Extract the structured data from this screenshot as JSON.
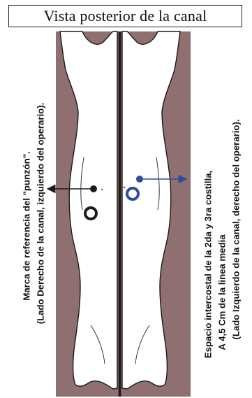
{
  "title": "Vista posterior de la canal",
  "left_annotation": {
    "line1": "Marca de referencia del \"punzón\".",
    "line2": "(Lado Derecho de la canal, izquierdo del operario)."
  },
  "right_annotation": {
    "line1": "Espacio intercostal de la 2da y 3ra costilla,",
    "line2": "A 4,5 Cm de la linea media",
    "line3": "(Lado Izquierdo de la canal, derecho del operario)."
  },
  "colors": {
    "carcass_background": "#8f6f70",
    "outline": "#1a1a1a",
    "left_marker": "#1c1c1c",
    "right_marker": "#2f4aa3"
  },
  "icons": [
    "left-arrow-icon",
    "right-arrow-icon",
    "left-ring-icon",
    "right-ring-icon"
  ]
}
